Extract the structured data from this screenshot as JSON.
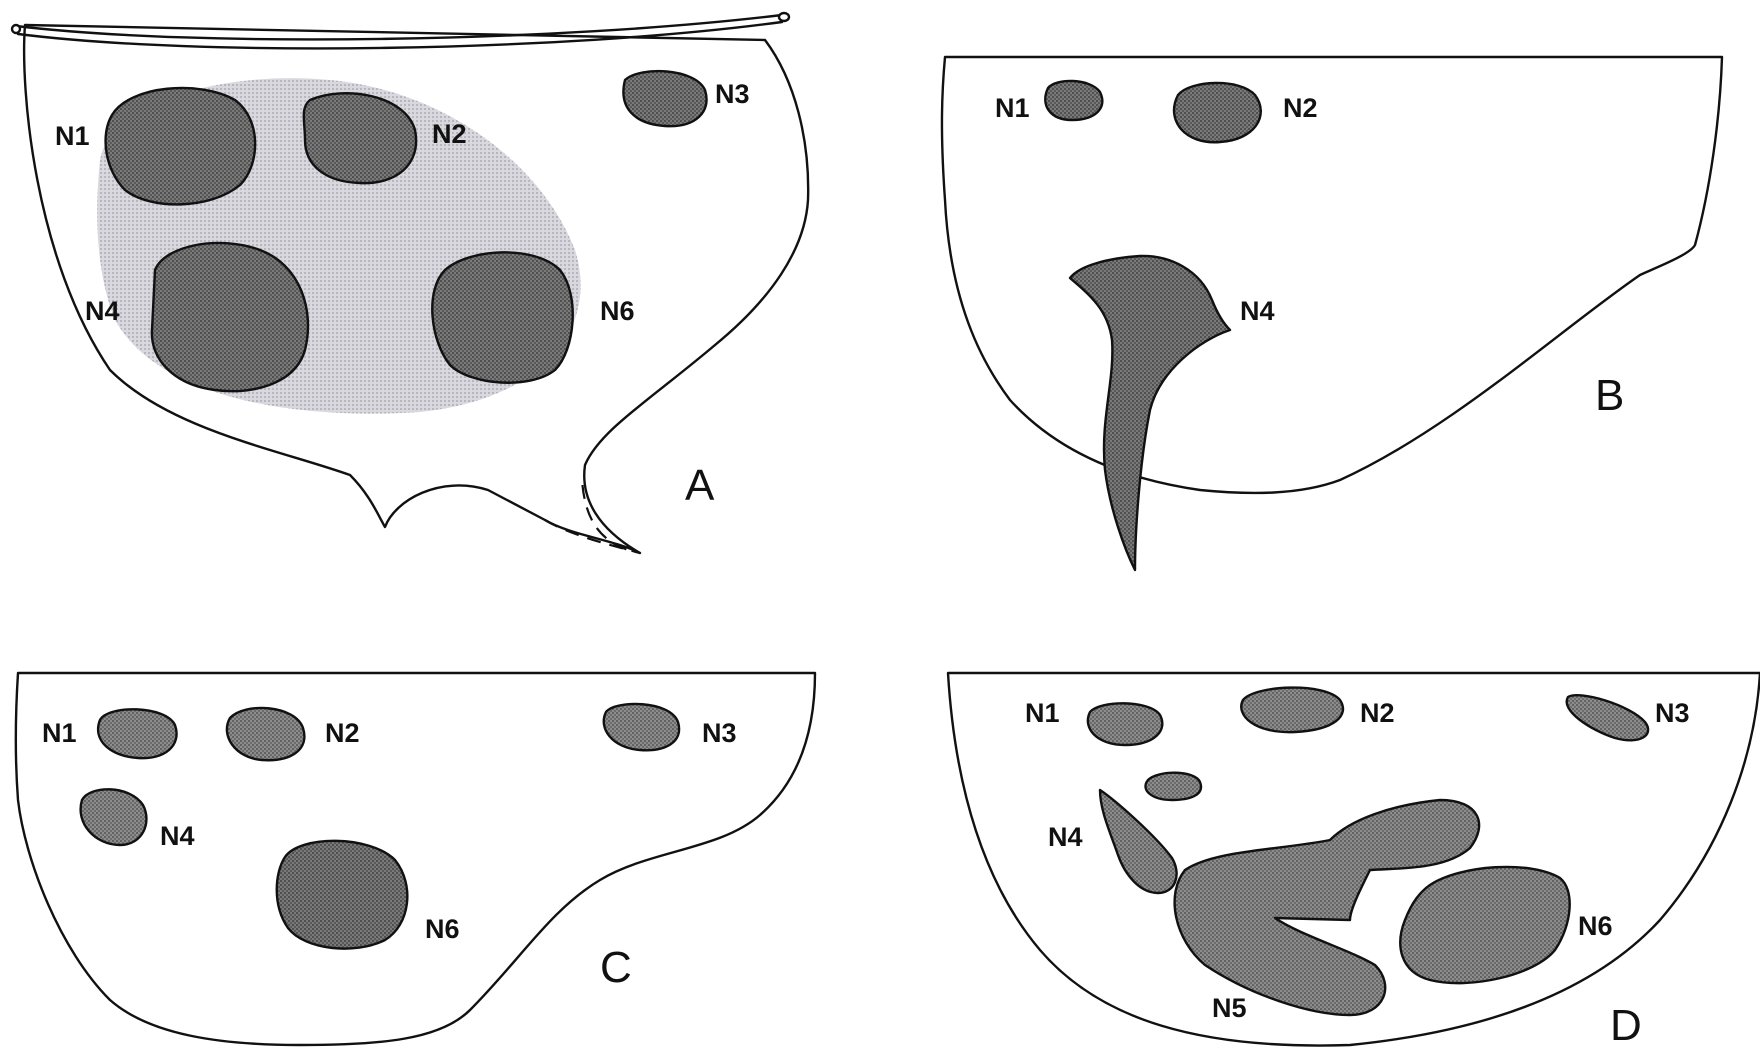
{
  "panels": [
    {
      "id": "A",
      "label": "A",
      "nuclei": [
        {
          "label": "N1"
        },
        {
          "label": "N2"
        },
        {
          "label": "N3"
        },
        {
          "label": "N4"
        },
        {
          "label": "N6"
        }
      ]
    },
    {
      "id": "B",
      "label": "B",
      "nuclei": [
        {
          "label": "N1"
        },
        {
          "label": "N2"
        },
        {
          "label": "N4"
        }
      ]
    },
    {
      "id": "C",
      "label": "C",
      "nuclei": [
        {
          "label": "N1"
        },
        {
          "label": "N2"
        },
        {
          "label": "N3"
        },
        {
          "label": "N4"
        },
        {
          "label": "N6"
        }
      ]
    },
    {
      "id": "D",
      "label": "D",
      "nuclei": [
        {
          "label": "N1"
        },
        {
          "label": "N2"
        },
        {
          "label": "N3"
        },
        {
          "label": "N4"
        },
        {
          "label": "N5"
        },
        {
          "label": "N6"
        }
      ]
    }
  ],
  "colors": {
    "outline": "#111111",
    "nucleus_fill": "#6f6f6f",
    "halo_fill": "#c8c8d0",
    "background": "#ffffff"
  }
}
